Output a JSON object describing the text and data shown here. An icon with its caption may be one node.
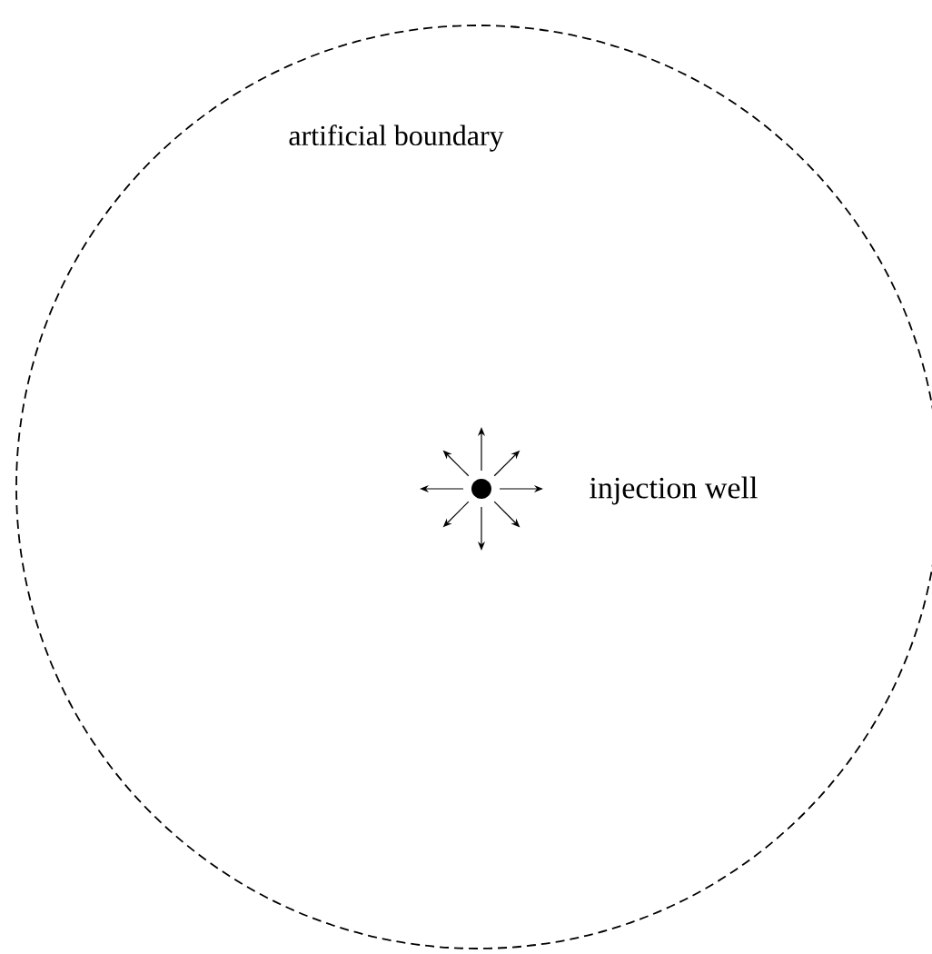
{
  "diagram": {
    "nodes": [
      {
        "text": [
          "artificial boundary"
        ]
      },
      {
        "text": [],
        "shape": "circle",
        "in": 0,
        "beside": [
          "injection well"
        ]
      }
    ]
  }
}
